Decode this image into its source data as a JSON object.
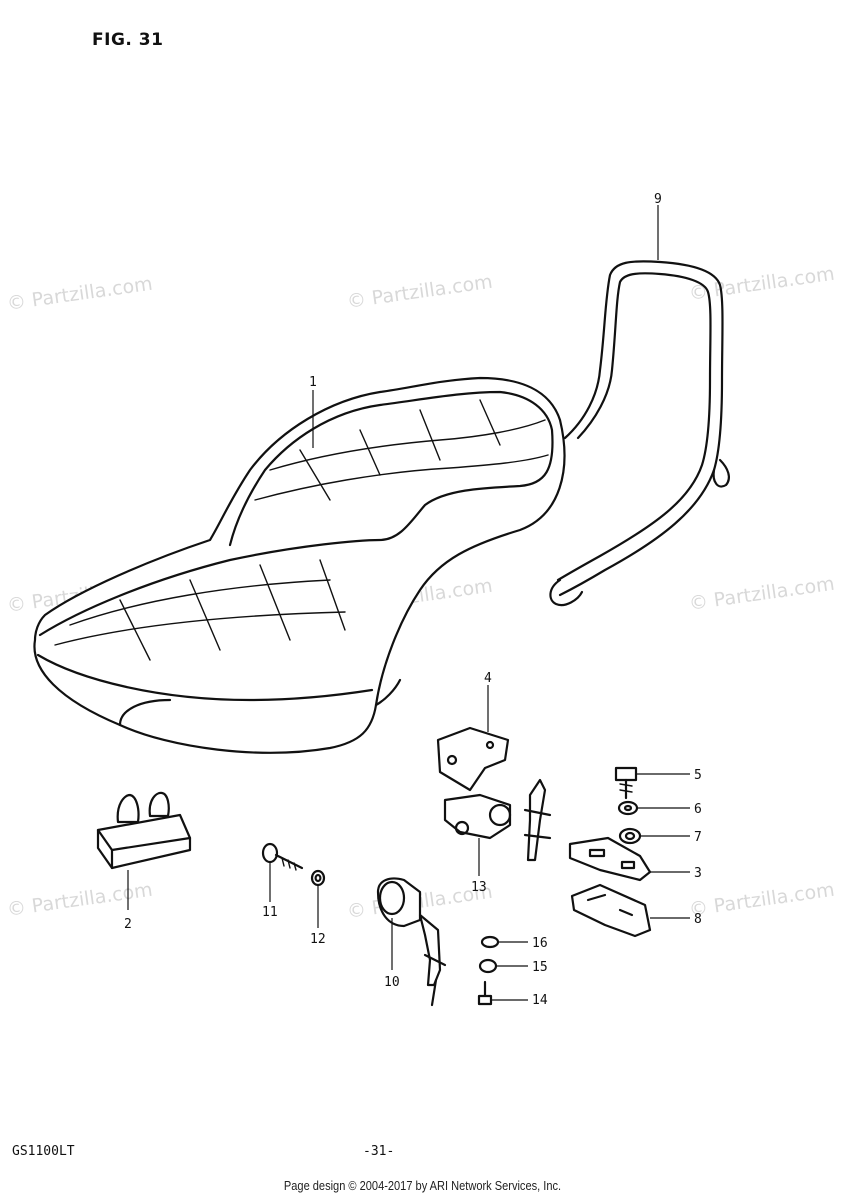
{
  "figure": {
    "title": "FIG. 31"
  },
  "footer": {
    "model": "GS1100LT",
    "page": "-31-",
    "copyright": "Page design © 2004-2017 by ARI Network Services, Inc."
  },
  "watermark": {
    "text": "© Partzilla.com"
  },
  "callouts": {
    "p1": "1",
    "p2": "2",
    "p3": "3",
    "p4": "4",
    "p5": "5",
    "p6": "6",
    "p7": "7",
    "p8": "8",
    "p9": "9",
    "p10": "10",
    "p11": "11",
    "p12": "12",
    "p13": "13",
    "p14": "14",
    "p15": "15",
    "p16": "16"
  }
}
